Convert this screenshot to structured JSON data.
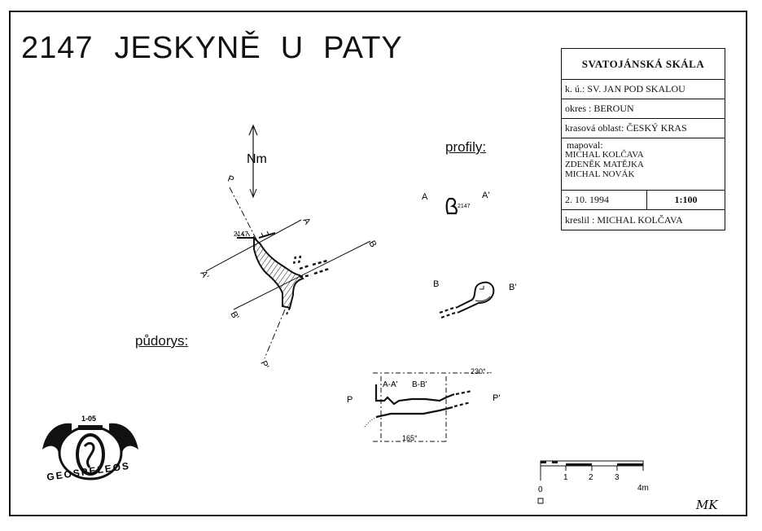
{
  "title": {
    "code": "2147",
    "words": [
      "JESKYNĚ",
      "U",
      "PATY"
    ]
  },
  "info": {
    "locality": "SVATOJÁNSKÁ SKÁLA",
    "cadastral": "k. ú.: SV. JAN POD SKALOU",
    "district": "okres : BEROUN",
    "karst_region": "krasová oblast: ČESKÝ KRAS",
    "mapped_label": "mapoval:",
    "mappers": [
      "MICHAL KOLČAVA",
      "ZDENĚK MATĚJKA",
      "MICHAL NOVÁK"
    ],
    "date": "2. 10. 1994",
    "scale": "1:100",
    "drawn_by": "kreslil : MICHAL KOLČAVA"
  },
  "labels": {
    "profily": "profily:",
    "pudorys": "půdorys:",
    "north": "Nm",
    "entrance": "2147",
    "section_a": "A",
    "section_a2": "A'",
    "section_b": "B",
    "section_b2": "B'",
    "section_p": "P",
    "section_p2": "P'",
    "plan_p": "P",
    "plan_p2": "P'",
    "plan_a": "A",
    "plan_a2": "A'",
    "plan_b": "B",
    "plan_b2": "B'",
    "profile_mark_aa": "A-A'",
    "profile_mark_bb": "B-B'",
    "azimuth_top": "230°→",
    "azimuth_bottom": "165°",
    "profile_a_entrance": "2147"
  },
  "scale_bar": {
    "ticks": [
      "0",
      "1",
      "2",
      "3",
      "4m"
    ]
  },
  "logo": {
    "text": "GEOSPELEOS",
    "badge": "1-05"
  },
  "signature": "MK"
}
